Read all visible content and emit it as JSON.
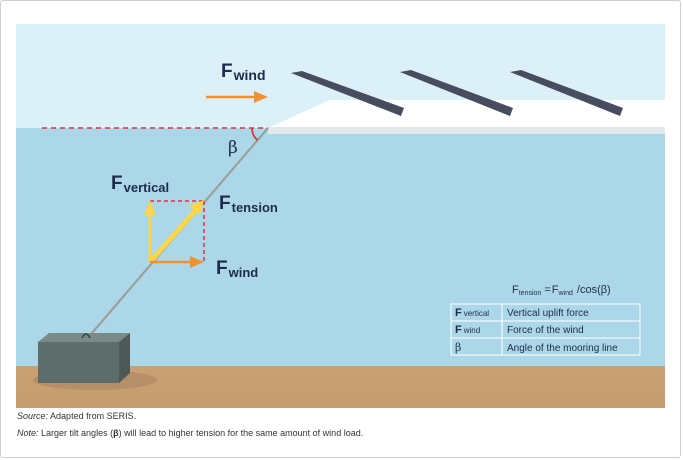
{
  "labels": {
    "f_wind_top": {
      "base": "F",
      "sub": "wind"
    },
    "f_vertical": {
      "base": "F",
      "sub": "vertical"
    },
    "f_tension": {
      "base": "F",
      "sub": "tension"
    },
    "f_wind_bottom": {
      "base": "F",
      "sub": "wind"
    },
    "beta": "β"
  },
  "formula": {
    "lhs_base": "F",
    "lhs_sub": "tension",
    "equals": "=",
    "rhs_base": "F",
    "rhs_sub": "wind",
    "rhs_tail": "/cos(β)"
  },
  "legend": [
    {
      "symbol_base": "F",
      "symbol_sub": "vertical",
      "description": "Vertical uplift force"
    },
    {
      "symbol_base": "F",
      "symbol_sub": "wind",
      "description": "Force of the wind"
    },
    {
      "symbol_base": "β",
      "symbol_sub": "",
      "description": "Angle of the mooring line"
    }
  ],
  "caption": {
    "source_label": "Source:",
    "source_text": "Adapted from SERIS.",
    "note_label": "Note:",
    "note_text_1": "Larger tilt angles (",
    "note_beta": "β",
    "note_text_2": ") will lead to higher tension for the same amount of wind load."
  },
  "colors": {
    "sky": "#dcf0f8",
    "water": "#acd7e8",
    "sand": "#c9a073",
    "panel": "#444a5c",
    "arrow_orange": "#f0922f",
    "arrow_yellow": "#fbd54a",
    "dash_red": "#e0303a",
    "line_gray": "#9aa19b",
    "block": "#5d6d6a",
    "text_navy": "#1d2b4d"
  }
}
